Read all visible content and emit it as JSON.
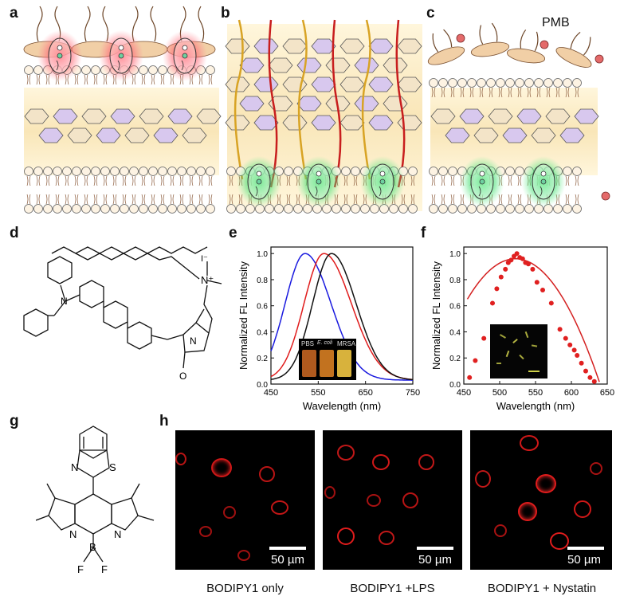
{
  "panels": {
    "a": "a",
    "b": "b",
    "c": "c",
    "d": "d",
    "e": "e",
    "f": "f",
    "g": "g",
    "h": "h"
  },
  "panel_c": {
    "pmb_label": "PMB"
  },
  "structure_d": {
    "charge_label": "I⁻",
    "cation_label": "N⁺",
    "atom_n": "N",
    "atom_o": "O"
  },
  "structure_g": {
    "atom_s": "S",
    "atom_n": "N",
    "atom_b": "B",
    "atom_f": "F"
  },
  "inset_e": {
    "labels": [
      "PBS",
      "E. coli",
      "MRSA"
    ]
  },
  "chart_data": [
    {
      "type": "line",
      "panel": "e",
      "xlabel": "Wavelength (nm)",
      "ylabel": "Normalized FL Intensity",
      "xlim": [
        450,
        750
      ],
      "ylim": [
        0,
        1.05
      ],
      "xticks": [
        450,
        550,
        650,
        750
      ],
      "yticks": [
        0.0,
        0.2,
        0.4,
        0.6,
        0.8,
        1.0
      ],
      "grid": false,
      "series": [
        {
          "color": "#1a1adf",
          "peak": 522,
          "sigmaL": 42,
          "sigmaR": 55
        },
        {
          "color": "#e01b1b",
          "peak": 562,
          "sigmaL": 42,
          "sigmaR": 58
        },
        {
          "color": "#111111",
          "peak": 578,
          "sigmaL": 40,
          "sigmaR": 52
        }
      ]
    },
    {
      "type": "scatter",
      "panel": "f",
      "xlabel": "Wavelength (nm)",
      "ylabel": "Normalized FL Intensity",
      "xlim": [
        450,
        650
      ],
      "ylim": [
        0,
        1.05
      ],
      "xticks": [
        450,
        500,
        550,
        600,
        650
      ],
      "yticks": [
        0.0,
        0.2,
        0.4,
        0.6,
        0.8,
        1.0
      ],
      "grid": false,
      "fit_color": "#d42020",
      "point_color": "#e02020",
      "x": [
        458,
        466,
        478,
        490,
        496,
        502,
        508,
        512,
        516,
        520,
        524,
        528,
        532,
        536,
        540,
        546,
        552,
        560,
        572,
        584,
        592,
        598,
        604,
        608,
        614,
        620,
        626,
        632
      ],
      "y": [
        0.05,
        0.18,
        0.35,
        0.62,
        0.73,
        0.82,
        0.88,
        0.93,
        0.95,
        0.98,
        1.0,
        0.97,
        0.96,
        0.93,
        0.92,
        0.88,
        0.78,
        0.72,
        0.62,
        0.42,
        0.35,
        0.3,
        0.26,
        0.22,
        0.16,
        0.1,
        0.05,
        0.02
      ]
    }
  ],
  "micrographs": [
    {
      "caption": "BODIPY1 only",
      "scale": "50 µm"
    },
    {
      "caption": "BODIPY1 +LPS",
      "scale": "50 µm"
    },
    {
      "caption": "BODIPY1 + Nystatin",
      "scale": "50 µm"
    }
  ]
}
